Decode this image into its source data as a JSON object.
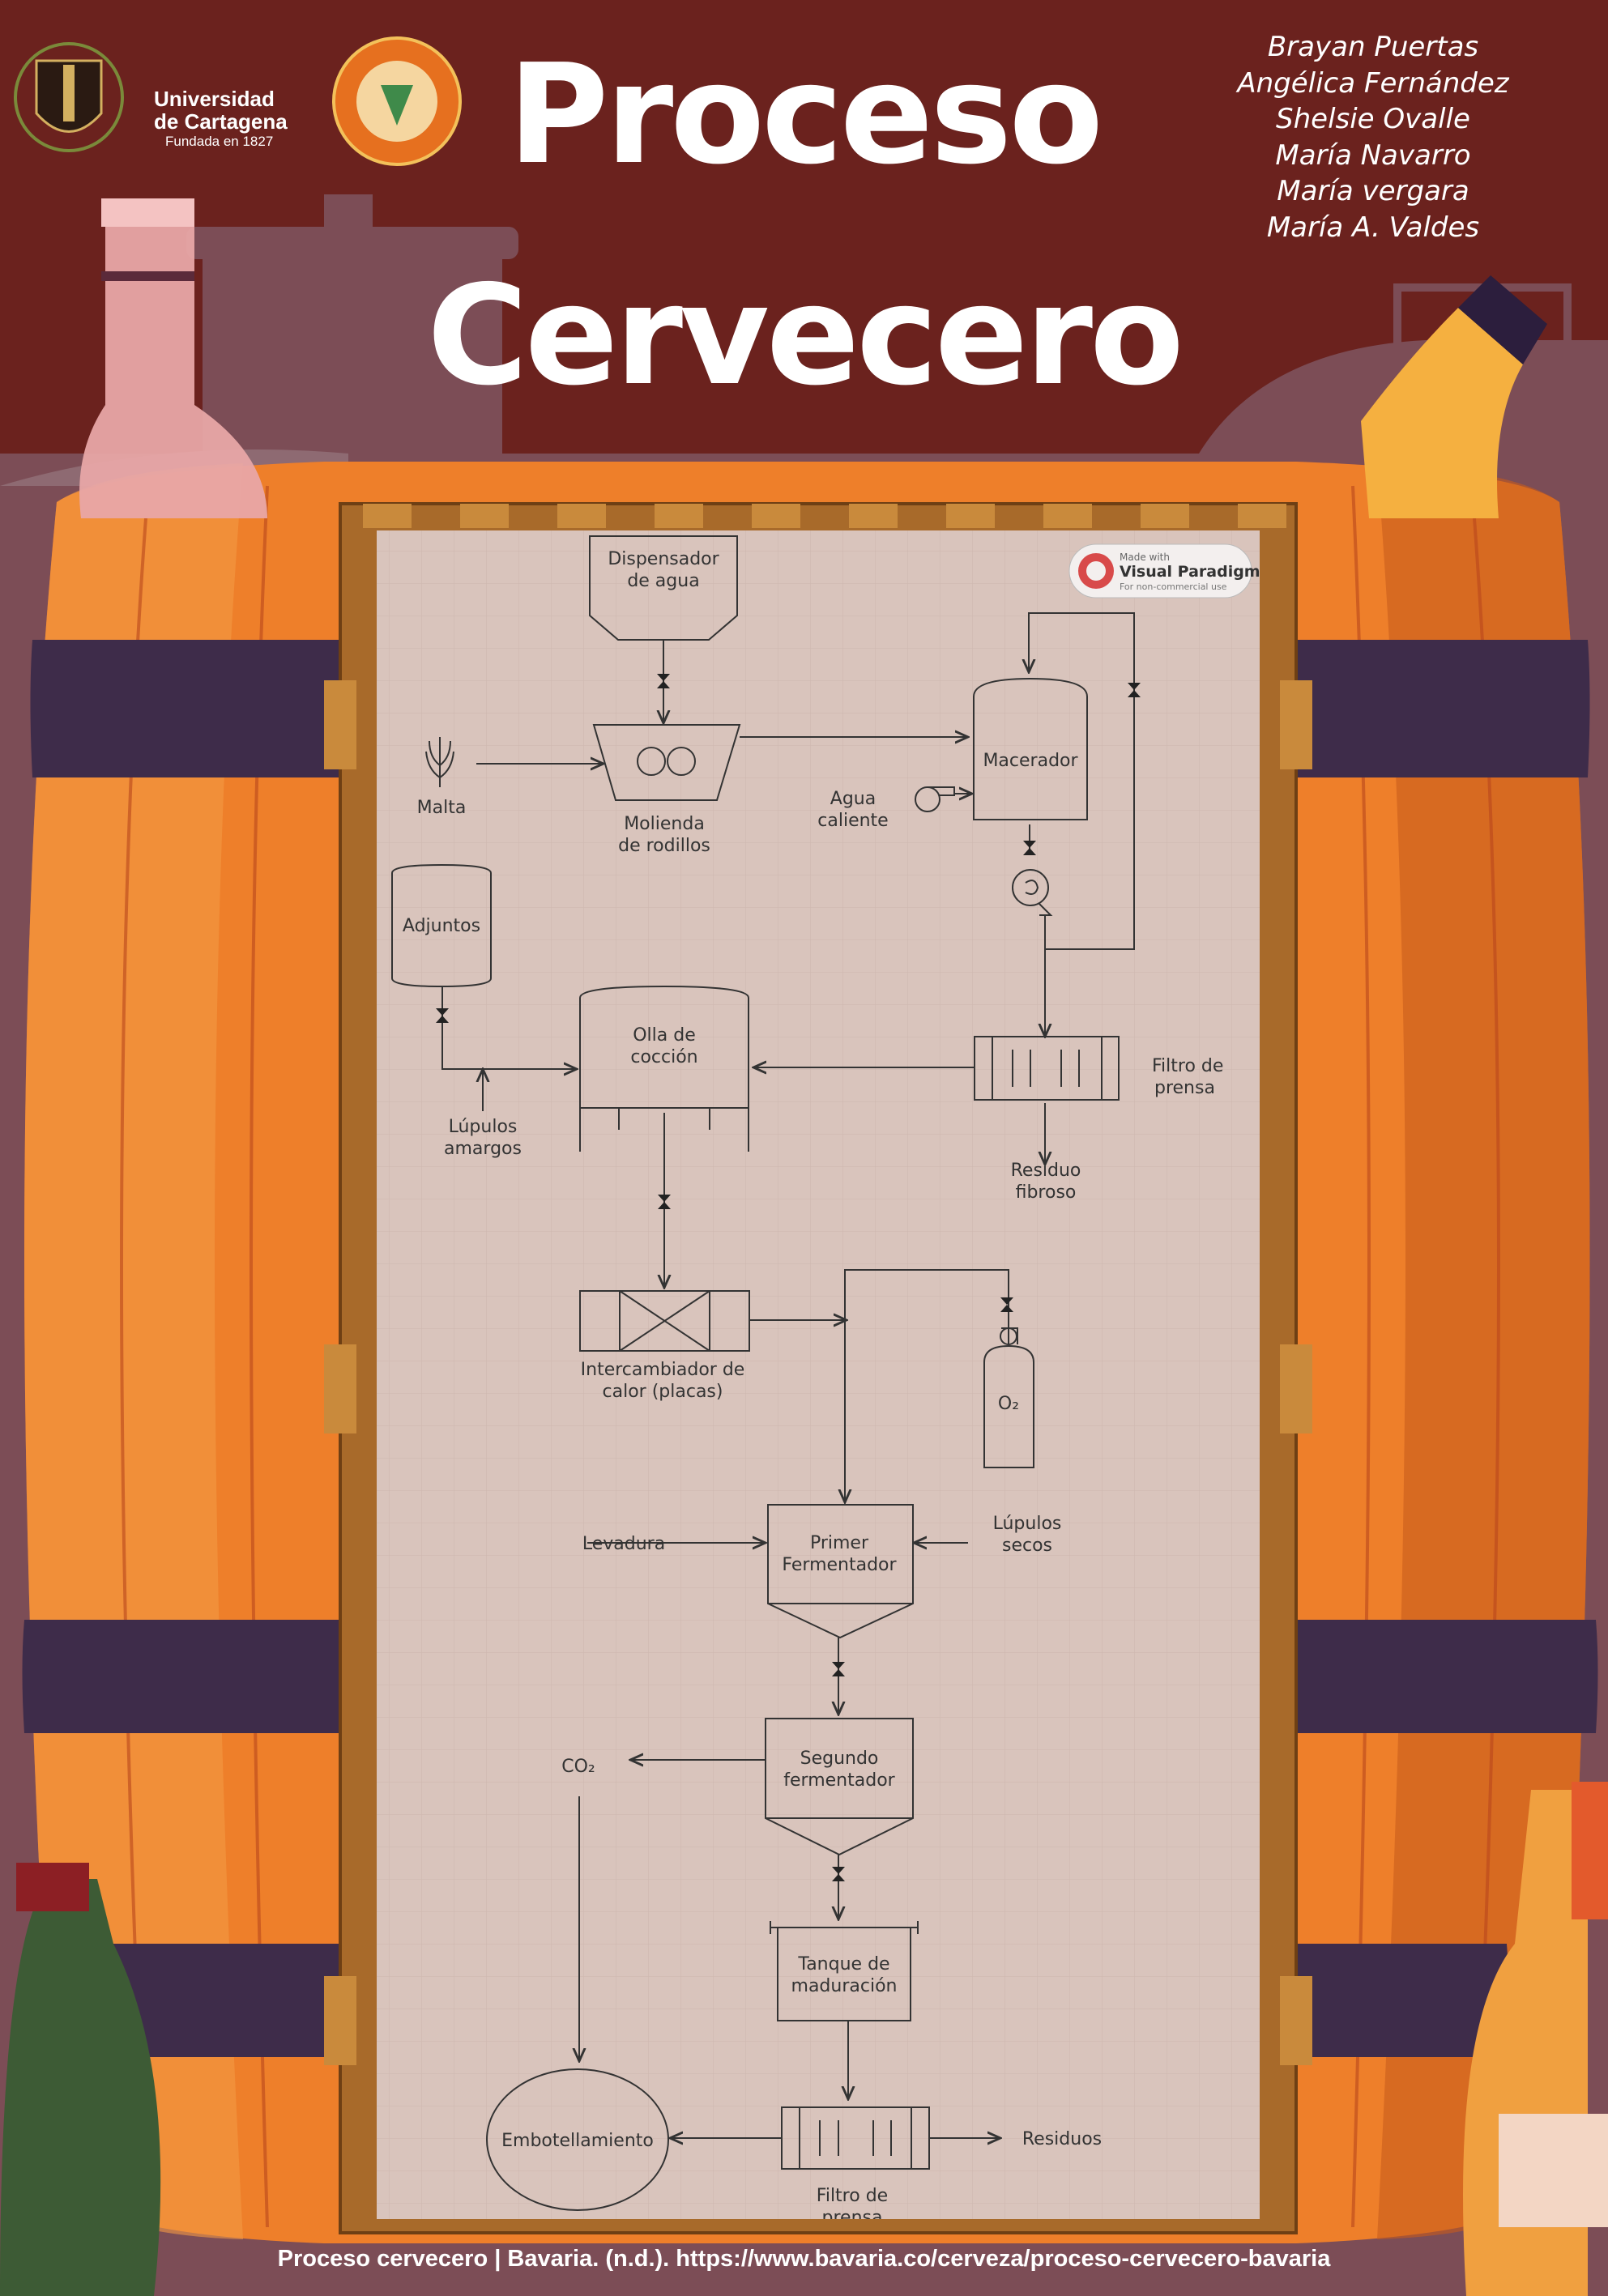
{
  "header": {
    "university_name_line1": "Universidad",
    "university_name_line2": "de Cartagena",
    "university_founded": "Fundada en 1827",
    "title_line1": "Proceso",
    "title_line2": "Cervecero",
    "authors": [
      "Brayan Puertas",
      "Angélica Fernández",
      "Shelsie Ovalle",
      "María Navarro",
      "María vergara",
      "María A. Valdes"
    ]
  },
  "watermark": {
    "line1": "Made with",
    "line2": "Visual Paradigm",
    "line3": "For non-commercial use"
  },
  "diagram": {
    "dispensador": "Dispensador|de agua",
    "malta": "Malta",
    "molienda": "Molienda|de rodillos",
    "macerador": "Macerador",
    "agua_caliente": "Agua|caliente",
    "adjuntos": "Adjuntos",
    "olla": "Olla de|cocción",
    "filtro1": "Filtro de|prensa",
    "lupulos_amargos": "Lúpulos|amargos",
    "residuo_fibroso": "Residuo|fibroso",
    "intercambiador": "Intercambiador de|calor (placas)",
    "o2": "O₂",
    "levadura": "Levadura",
    "primer": "Primer|Fermentador",
    "lupulos_secos": "Lúpulos|secos",
    "co2": "CO₂",
    "segundo": "Segundo|fermentador",
    "tanque": "Tanque de|maduración",
    "embotellamiento": "Embotellamiento",
    "filtro2": "Filtro de|prensa",
    "residuos": "Residuos"
  },
  "footer": {
    "citation": "Proceso cervecero | Bavaria. (n.d.). https://www.bavaria.co/cerveza/proceso-cervecero-bavaria"
  },
  "colors": {
    "background": "#6b221e",
    "barrel": "#ee7f2a",
    "barrel_dark": "#c85c1c",
    "band": "#3e2c4a",
    "frame": "#a86a2a",
    "panel": "#d9c4bc"
  }
}
